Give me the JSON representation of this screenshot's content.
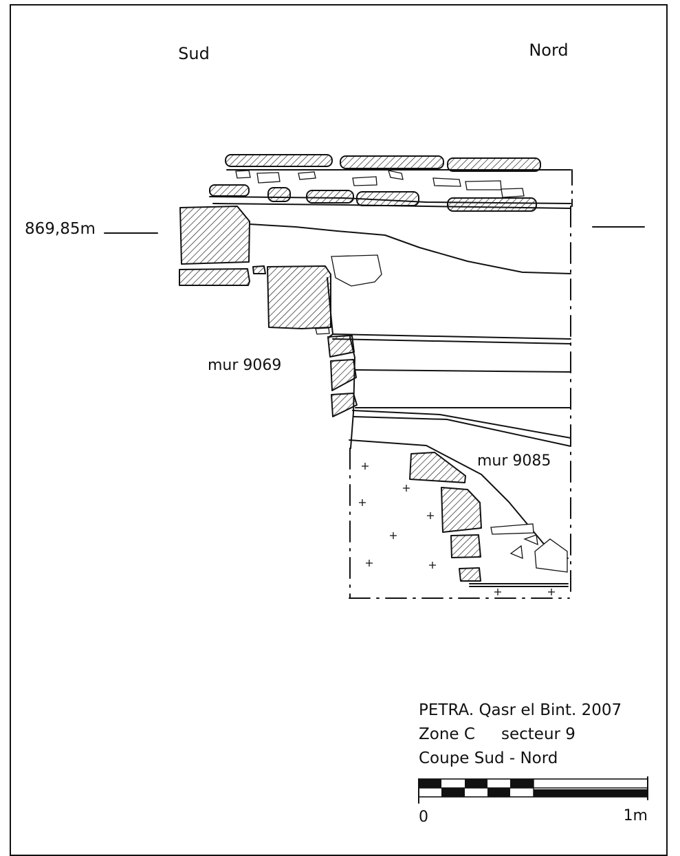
{
  "orientation": {
    "left": "Sud",
    "right": "Nord"
  },
  "elevation": {
    "label": "869,85m"
  },
  "walls": [
    {
      "id": "wall-9069",
      "label": "mur 9069"
    },
    {
      "id": "wall-9085",
      "label": "mur 9085"
    }
  ],
  "caption": {
    "line1": "PETRA. Qasr el Bint.  2007",
    "line2_zone": "Zone C",
    "line2_sector": "secteur 9",
    "line3": "Coupe Sud - Nord"
  },
  "scale": {
    "start_label": "0",
    "end_label": "1m"
  },
  "colors": {
    "ink": "#111111",
    "paper": "#ffffff"
  }
}
